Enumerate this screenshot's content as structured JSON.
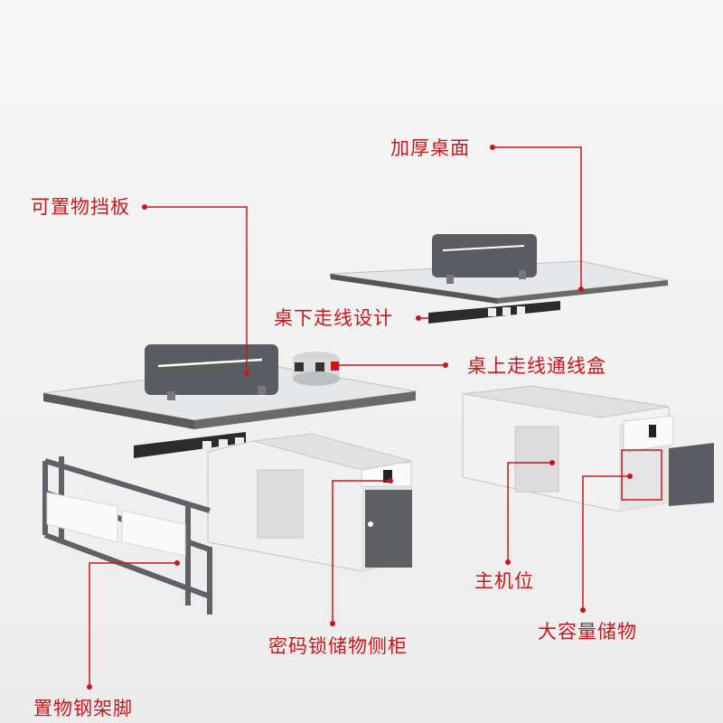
{
  "labels": {
    "thick_top": "加厚桌面",
    "shelf_panel": "可置物挡板",
    "under_cable": "桌下走线设计",
    "top_cable_box": "桌上走线通线盒",
    "host_position": "主机位",
    "large_storage": "大容量储物",
    "lock_cabinet": "密码锁储物侧柜",
    "steel_legs": "置物钢架脚"
  },
  "colors": {
    "accent": "#c8161d",
    "panel": "#5a5c61",
    "desk_top": "#e6e7e9",
    "cabinet": "#f4f4f4",
    "frame": "#5f6166"
  }
}
